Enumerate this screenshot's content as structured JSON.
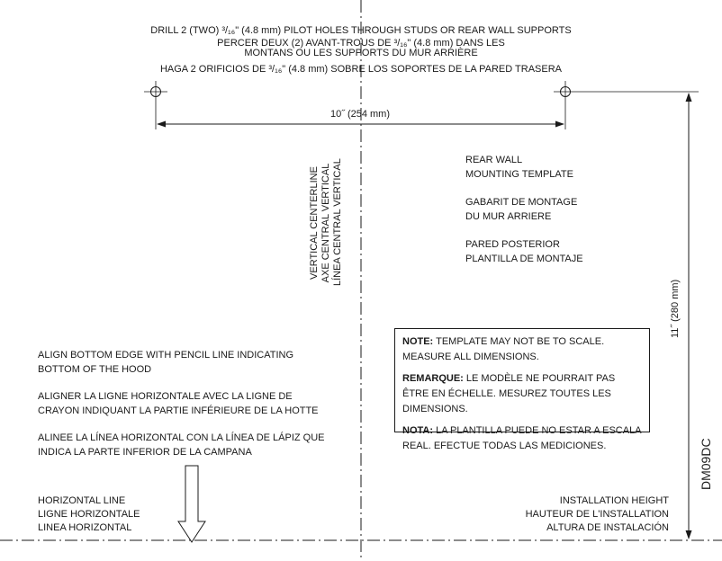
{
  "drill": {
    "en": "DRILL 2 (TWO) ³/₁₆\" (4.8 mm) PILOT HOLES THROUGH STUDS OR REAR WALL SUPPORTS",
    "fr1": "PERCER DEUX (2) AVANT-TROUS DE ³/₁₆\" (4.8 mm)  DANS LES",
    "fr2": "MONTANS OU LES SUPPORTS DU MUR ARRIÈRE",
    "es": "HAGA 2 ORIFICIOS DE ³/₁₆\" (4.8 mm) SOBRE LOS SOPORTES DE LA PARED TRASERA"
  },
  "dimension_width": "10˝ (254 mm)",
  "dimension_height": "11˝ (280 mm)",
  "centerline": {
    "en": "VERTICAL CENTERLINE",
    "fr": "AXE CENTRAL VERTICAL",
    "es": "LÍNEA CENTRAL VERTICAL"
  },
  "template_title": {
    "en1": "REAR WALL",
    "en2": "MOUNTING TEMPLATE",
    "fr1": "GABARIT DE MONTAGE",
    "fr2": "DU MUR ARRIERE",
    "es1": "PARED POSTERIOR",
    "es2": "PLANTILLA DE MONTAJE"
  },
  "note": {
    "en_label": "NOTE:",
    "en_text": "TEMPLATE MAY NOT BE TO SCALE. MEASURE ALL DIMENSIONS.",
    "fr_label": "REMARQUE:",
    "fr_text": "LE MODÈLE NE POURRAIT PAS ÊTRE EN ÉCHELLE. MESUREZ TOUTES LES DIMENSIONS.",
    "es_label": "NOTA:",
    "es_text": "LA PLANTILLA PUEDE NO ESTAR A ESCALA REAL. EFECTUE TODAS LAS MEDICIONES."
  },
  "align": {
    "en1": "ALIGN BOTTOM EDGE WITH PENCIL LINE INDICATING",
    "en2": "BOTTOM OF THE HOOD",
    "fr1": "ALIGNER LA LIGNE HORIZONTALE AVEC LA LIGNE DE",
    "fr2": "CRAYON INDIQUANT LA PARTIE INFÉRIEURE DE LA HOTTE",
    "es1": "ALINEE LA LÍNEA HORIZONTAL CON LA LÍNEA DE LÁPIZ QUE",
    "es2": "INDICA LA PARTE INFERIOR DE LA CAMPANA"
  },
  "horizontal_line": {
    "en": "HORIZONTAL LINE",
    "fr": "LIGNE HORIZONTALE",
    "es": "LINEA HORIZONTAL"
  },
  "installation_height": {
    "en": "INSTALLATION HEIGHT",
    "fr": "HAUTEUR DE L'INSTALLATION",
    "es": "ALTURA DE INSTALACIÓN"
  },
  "doc_code": "DM09DC"
}
